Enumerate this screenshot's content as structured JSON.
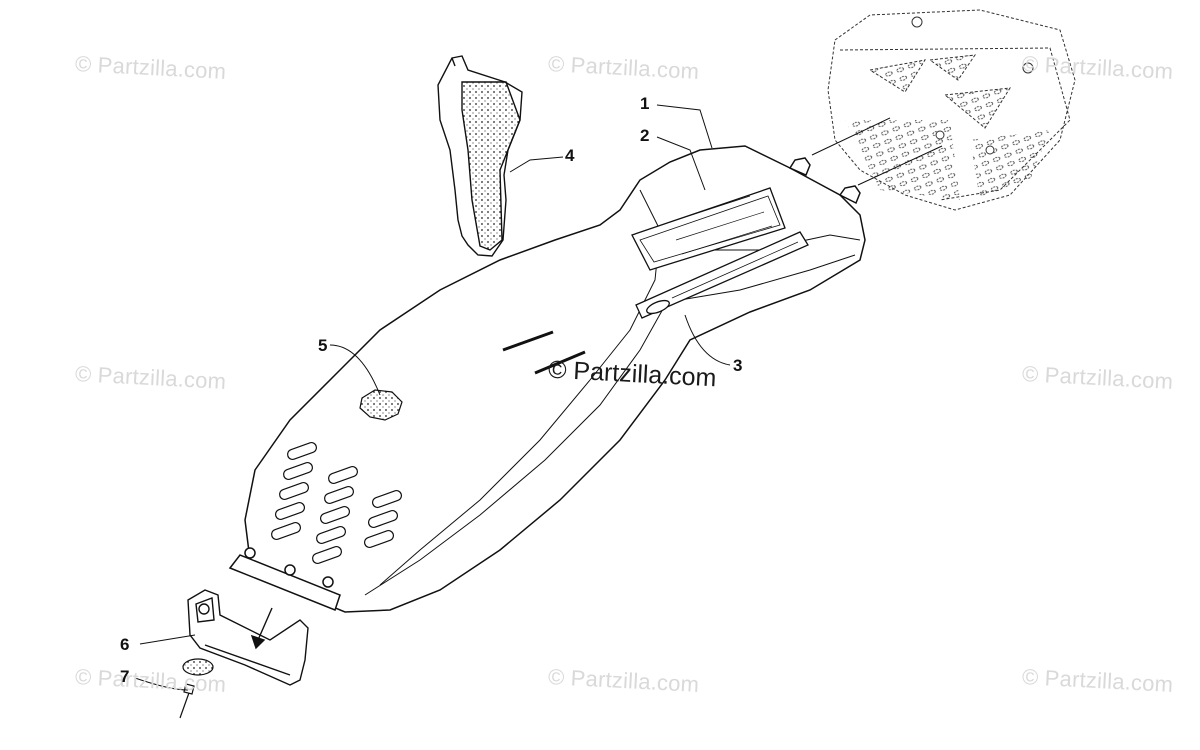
{
  "watermarks": [
    "© Partzilla.com",
    "© Partzilla.com",
    "© Partzilla.com",
    "© Partzilla.com",
    "© Partzilla.com",
    "© Partzilla.com",
    "© Partzilla.com",
    "© Partzilla.com"
  ],
  "center_watermark": "© Partzilla.com",
  "callouts": [
    "1",
    "2",
    "3",
    "4",
    "5",
    "6",
    "7"
  ]
}
